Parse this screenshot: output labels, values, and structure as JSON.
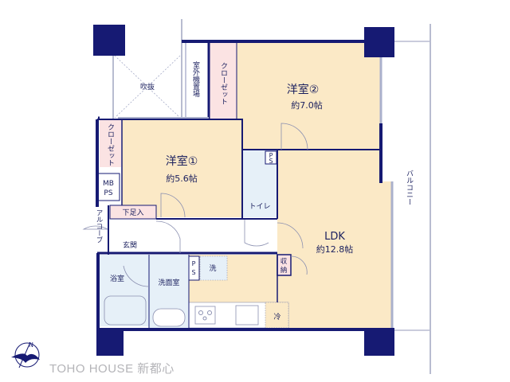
{
  "colors": {
    "wall": "#161a73",
    "room": "#fbe9c6",
    "closet": "#fbe3e3",
    "wet": "#e6f0f8",
    "white": "#ffffff",
    "brand_text": "#b4b4b8"
  },
  "rooms": {
    "western2": {
      "name": "洋室②",
      "size": "約7.0帖"
    },
    "western1": {
      "name": "洋室①",
      "size": "約5.6帖"
    },
    "ldk": {
      "name": "LDK",
      "size": "約12.8帖"
    },
    "closet_top": "クローゼット",
    "closet_left": "クローゼット",
    "outdoor_unit": "室外機置場",
    "void": "吹抜",
    "mbps": [
      "MB",
      "PS"
    ],
    "ps_toilet": [
      "P",
      "S"
    ],
    "toilet": "トイレ",
    "shoe_storage": "下足入",
    "alcove": "アルコーブ",
    "entrance": "玄関",
    "bath": "浴室",
    "washroom": "洗面室",
    "ps_wash": [
      "P",
      "S"
    ],
    "washer": "洗",
    "storage": [
      "収",
      "納"
    ],
    "fridge": "冷",
    "balcony": "バルコニー"
  },
  "compass": {
    "icon": "compass-north-icon",
    "letter": "N"
  },
  "brand": "TOHO HOUSE 新都心"
}
